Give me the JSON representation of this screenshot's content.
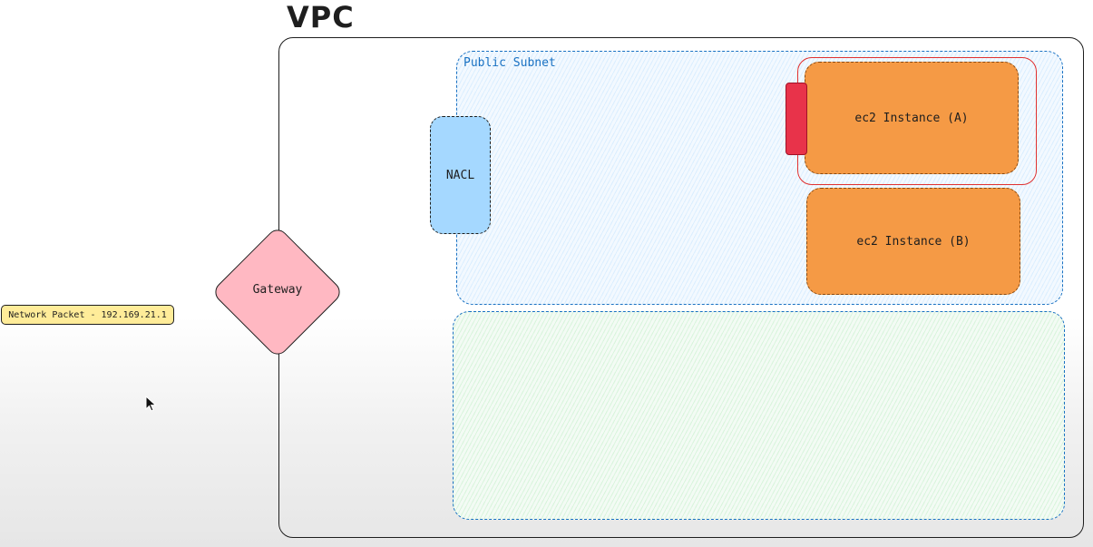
{
  "vpc": {
    "title": "VPC"
  },
  "public_subnet": {
    "label": "Public Subnet"
  },
  "nacl": {
    "label": "NACL"
  },
  "instances": [
    {
      "label": "ec2 Instance (A)"
    },
    {
      "label": "ec2 Instance (B)"
    }
  ],
  "gateway": {
    "label": "Gateway"
  },
  "packet": {
    "label": "Network Packet - 192.169.21.1"
  },
  "colors": {
    "public_subnet_fill": "#dbeeff",
    "private_subnet_fill": "#d9f4dd",
    "subnet_border": "#1971c2",
    "nacl_fill": "#a5d8ff",
    "ec2_fill": "#f59a45",
    "security_group": "#e03131",
    "gateway_fill": "#ffb8c2",
    "packet_fill": "#ffec99"
  },
  "icons": {
    "cursor": "mouse-pointer-icon"
  }
}
